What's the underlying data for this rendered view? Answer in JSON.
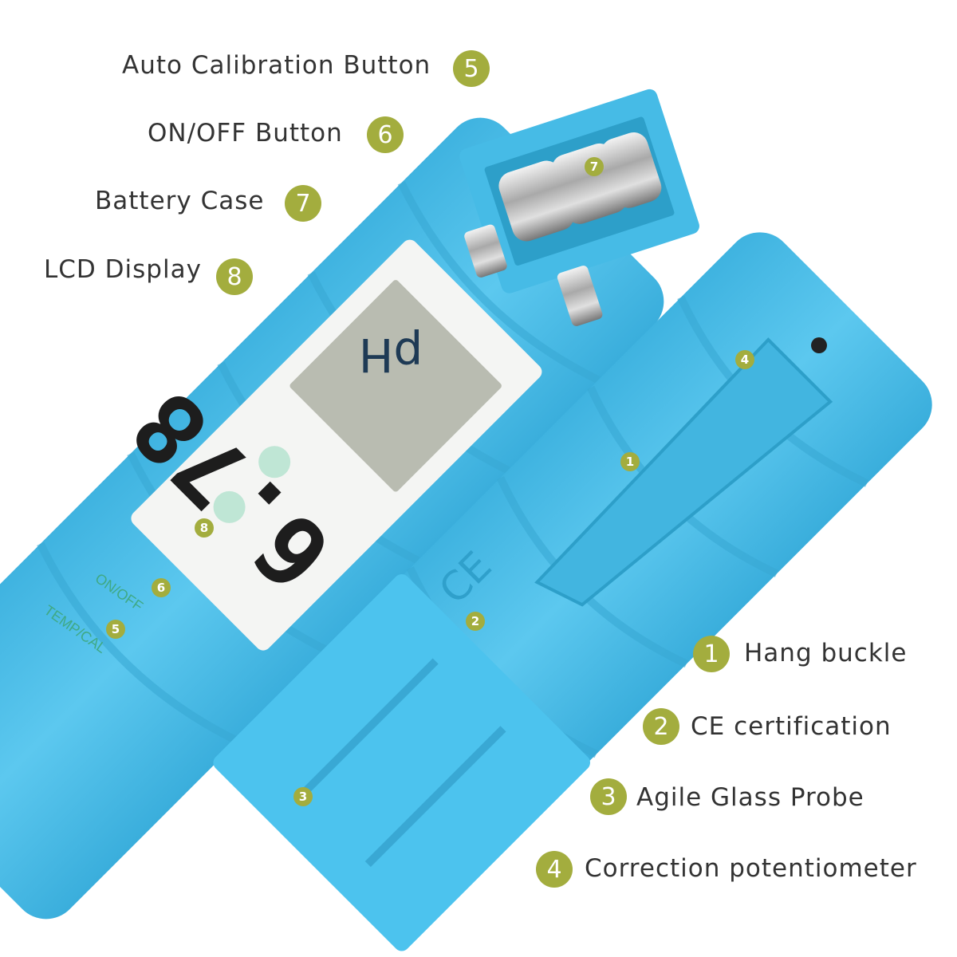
{
  "legend_left": [
    {
      "label": "Auto Calibration Button",
      "num": "5"
    },
    {
      "label": "ON/OFF Button",
      "num": "6"
    },
    {
      "label": "Battery Case",
      "num": "7"
    },
    {
      "label": "LCD Display",
      "num": "8"
    }
  ],
  "legend_right": [
    {
      "num": "1",
      "label": "Hang buckle"
    },
    {
      "num": "2",
      "label": "CE certification"
    },
    {
      "num": "3",
      "label": "Agile Glass Probe"
    },
    {
      "num": "4",
      "label": "Correction potentiometer"
    }
  ],
  "device": {
    "brand_text": "pH",
    "lcd_reading": "6.78",
    "button_on_off": "ON/OFF",
    "button_temp_cal": "TEMP/CAL",
    "ce_mark": "CE",
    "markers": {
      "clip": "1",
      "ce": "2",
      "probe": "3",
      "pot": "4",
      "cal": "5",
      "onoff": "6",
      "battery": "7",
      "lcd": "8"
    }
  },
  "colors": {
    "device_blue": "#4cbfe8",
    "badge_green": "#a3ad3e",
    "lcd_bg": "#b9bcb1",
    "button_mint": "#bfe6d5"
  }
}
